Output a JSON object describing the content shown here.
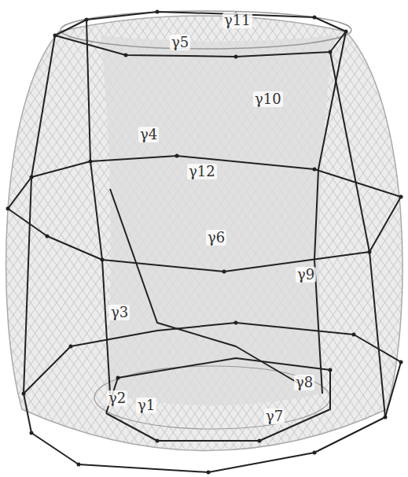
{
  "diagram": {
    "labels": [
      "γ11",
      "γ5",
      "γ10",
      "γ4",
      "γ12",
      "γ6",
      "γ9",
      "γ3",
      "γ8",
      "γ2",
      "γ1",
      "γ7"
    ]
  }
}
